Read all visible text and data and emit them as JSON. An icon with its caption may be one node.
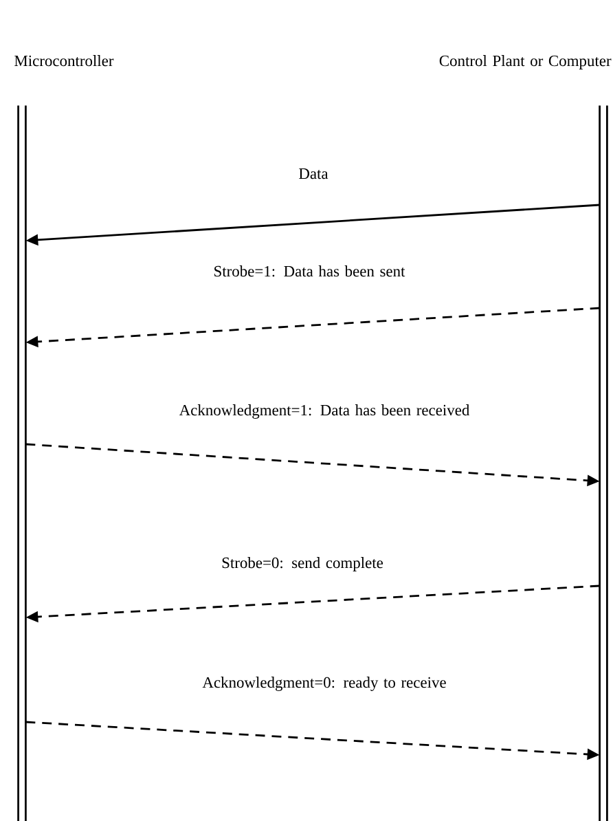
{
  "diagram": {
    "nodes": [
      {
        "text": [
          "Microcontroller"
        ]
      },
      {
        "text": [
          "Control Plant or Computer"
        ]
      }
    ],
    "edges": [
      {
        "from": 1,
        "to": 0,
        "arrow": "to",
        "label": "Data"
      },
      {
        "from": 1,
        "to": 0,
        "arrow": "to",
        "label": "Strobe=1: Data has been sent",
        "style": "dashed"
      },
      {
        "from": 0,
        "to": 1,
        "arrow": "to",
        "label": "Acknowledgment=1: Data has been received",
        "style": "dashed"
      },
      {
        "from": 1,
        "to": 0,
        "arrow": "to",
        "label": "Strobe=0: send complete",
        "style": "dashed"
      },
      {
        "from": 0,
        "to": 1,
        "arrow": "to",
        "label": "Acknowledgment=0: ready to receive",
        "style": "dashed"
      }
    ]
  }
}
